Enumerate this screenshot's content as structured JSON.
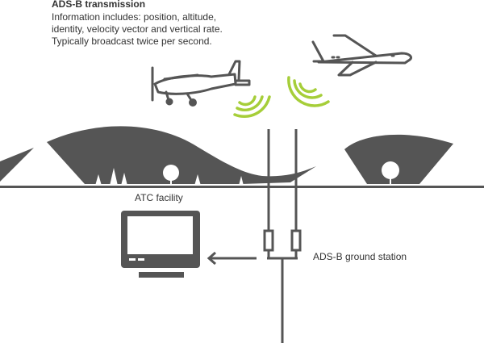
{
  "header": {
    "title": "ADS-B transmission",
    "lines": [
      "Information includes: position, altitude,",
      "identity, velocity vector and vertical rate.",
      "Typically broadcast twice per second."
    ]
  },
  "labels": {
    "atc": "ATC facility",
    "ground_station": "ADS-B ground station"
  },
  "icons": {
    "small_plane": "propeller-aircraft-icon",
    "jet": "jet-aircraft-icon",
    "signal": "radio-signal-icon",
    "monitor": "monitor-icon",
    "antenna": "antenna-icon"
  },
  "colors": {
    "dark": "#555555",
    "signal": "#a6ce39",
    "text": "#333333"
  }
}
